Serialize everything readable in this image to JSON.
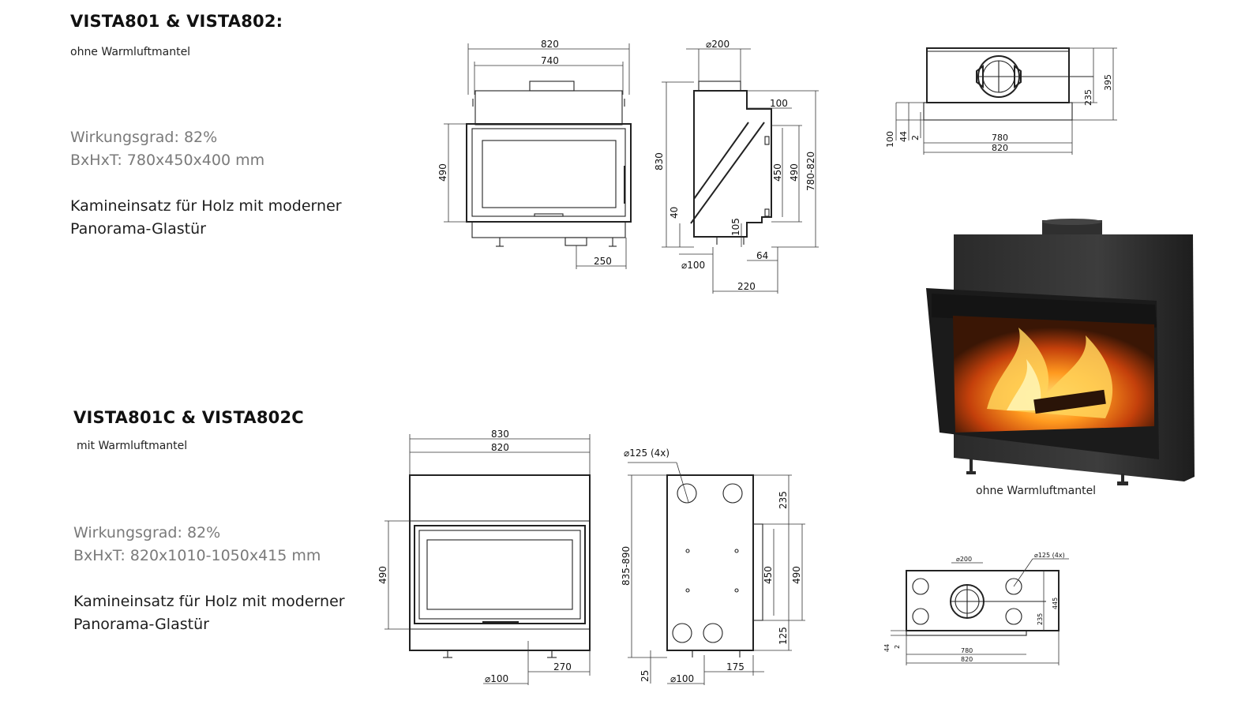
{
  "top": {
    "title": "VISTA801 & VISTA802:",
    "subtitle": "ohne Warmluftmantel",
    "efficiency": "Wirkungsgrad: 82%",
    "dimensions": "BxHxT: 780x450x400 mm",
    "description_line1": "Kamineinsatz für Holz mit moderner",
    "description_line2": "Panorama-Glastür"
  },
  "bottom": {
    "title": "VISTA801C & VISTA802C",
    "subtitle": "mit Warmluftmantel",
    "efficiency": "Wirkungsgrad: 82%",
    "dimensions": "BxHxT: 820x1010-1050x415 mm",
    "description_line1": "Kamineinsatz für Holz mit moderner",
    "description_line2": "Panorama-Glastür"
  },
  "photo_caption": "ohne Warmluftmantel",
  "drawing_top_front": {
    "w_outer": "820",
    "w_inner": "740",
    "h": "490",
    "offset": "250"
  },
  "drawing_top_side": {
    "d_flue": "⌀200",
    "a": "100",
    "h_total": "830",
    "h_glass": "450",
    "h_body": "490",
    "h_range": "780-820",
    "b": "40",
    "c": "105",
    "d_air": "⌀100",
    "e": "64",
    "f": "220"
  },
  "drawing_top_plan": {
    "a": "100",
    "b": "44",
    "c": "2",
    "w1": "780",
    "w2": "820",
    "d1": "235",
    "d2": "395"
  },
  "drawing_bottom_front": {
    "w_outer": "830",
    "w_inner": "820",
    "h": "490",
    "d_air": "⌀100",
    "offset": "270"
  },
  "drawing_bottom_side": {
    "d_vent": "⌀125 (4x)",
    "h_total": "835-890",
    "a": "235",
    "h_glass": "450",
    "h_body": "490",
    "b": "125",
    "c": "25",
    "d_air": "⌀100",
    "e": "175"
  },
  "drawing_bottom_plan": {
    "d_flue": "⌀200",
    "d_vent": "⌀125 (4x)",
    "a": "445",
    "b": "235",
    "c": "44",
    "d": "2",
    "w1": "780",
    "w2": "820"
  }
}
